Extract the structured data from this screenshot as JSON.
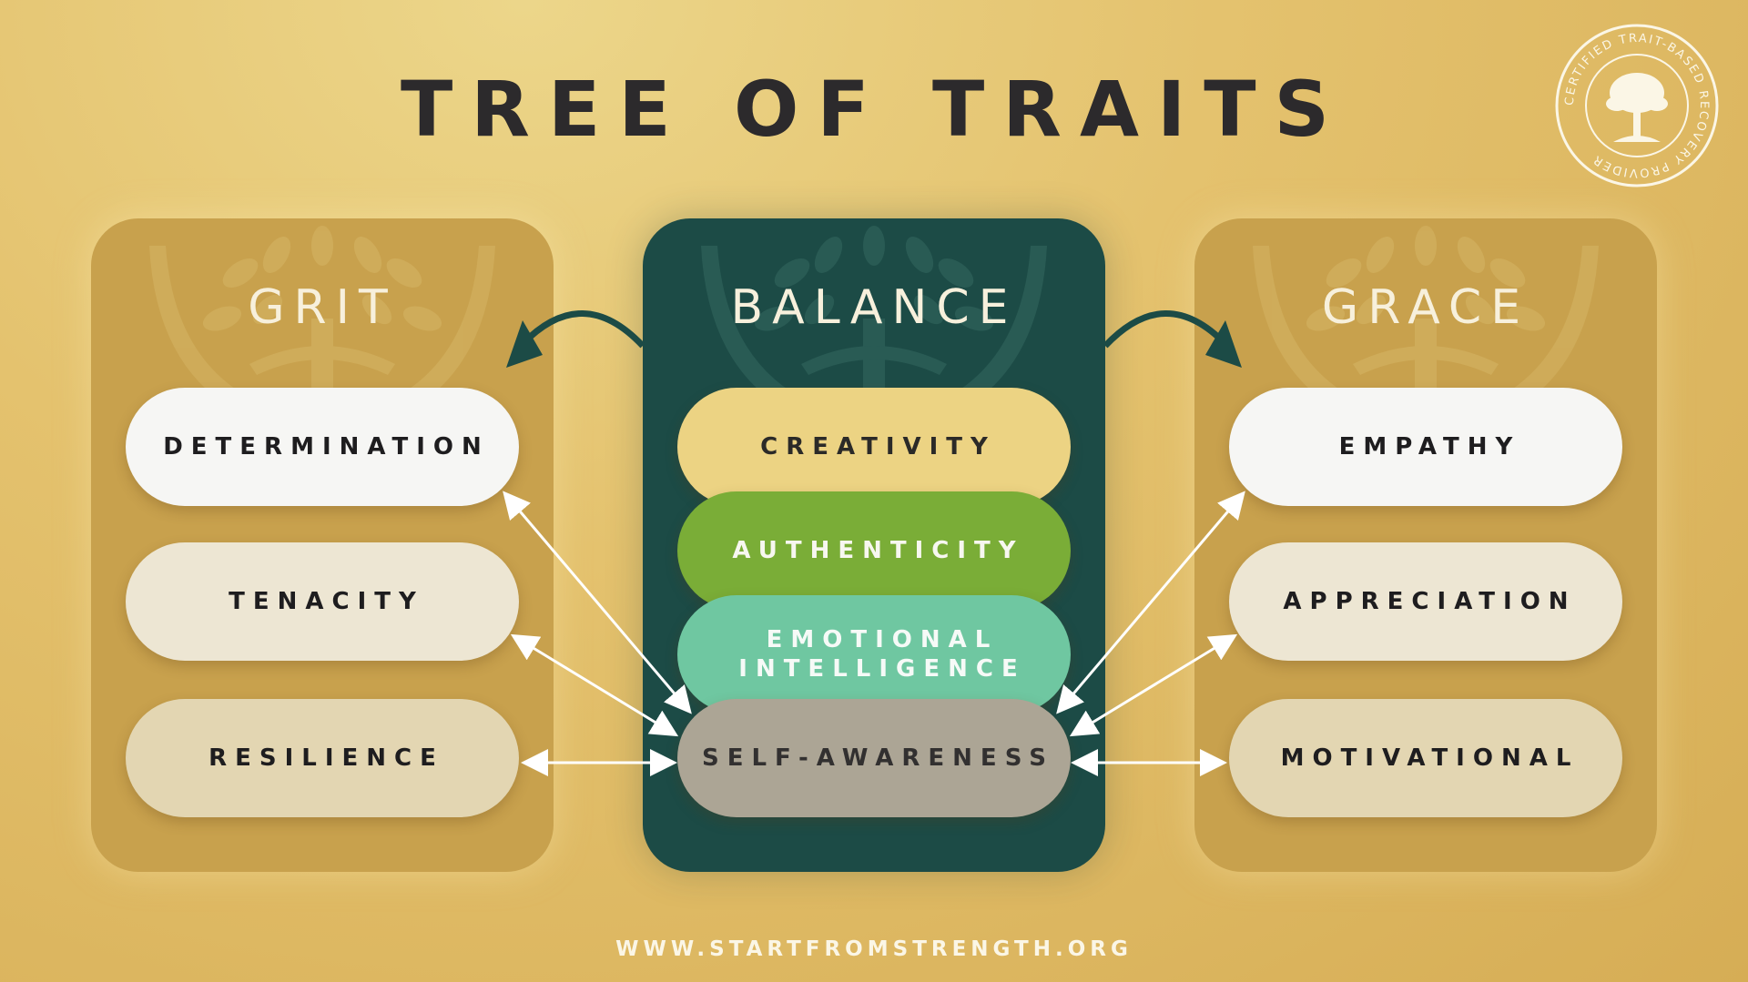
{
  "title": "TREE OF TRAITS",
  "badge": {
    "ring_text": "CERTIFIED TRAIT-BASED RECOVERY PROVIDER"
  },
  "grit": {
    "title": "GRIT",
    "items": [
      "DETERMINATION",
      "TENACITY",
      "RESILIENCE"
    ]
  },
  "balance": {
    "title": "BALANCE",
    "items": [
      "CREATIVITY",
      "AUTHENTICITY",
      "EMOTIONAL",
      "INTELLIGENCE",
      "SELF-AWARENESS"
    ]
  },
  "grace": {
    "title": "GRACE",
    "items": [
      "EMPATHY",
      "APPRECIATION",
      "MOTIVATIONAL"
    ]
  },
  "footer": "WWW.STARTFROMSTRENGTH.ORG",
  "colors": {
    "background": "#e4c26e",
    "gold_panel": "#c8a14d",
    "dark_panel": "#1c4b46",
    "creativity": "#ecd383",
    "authenticity": "#7aad37",
    "emotional_intelligence": "#6fc7a1",
    "self_awareness": "#aca595",
    "title_text": "#2c2a2c"
  }
}
